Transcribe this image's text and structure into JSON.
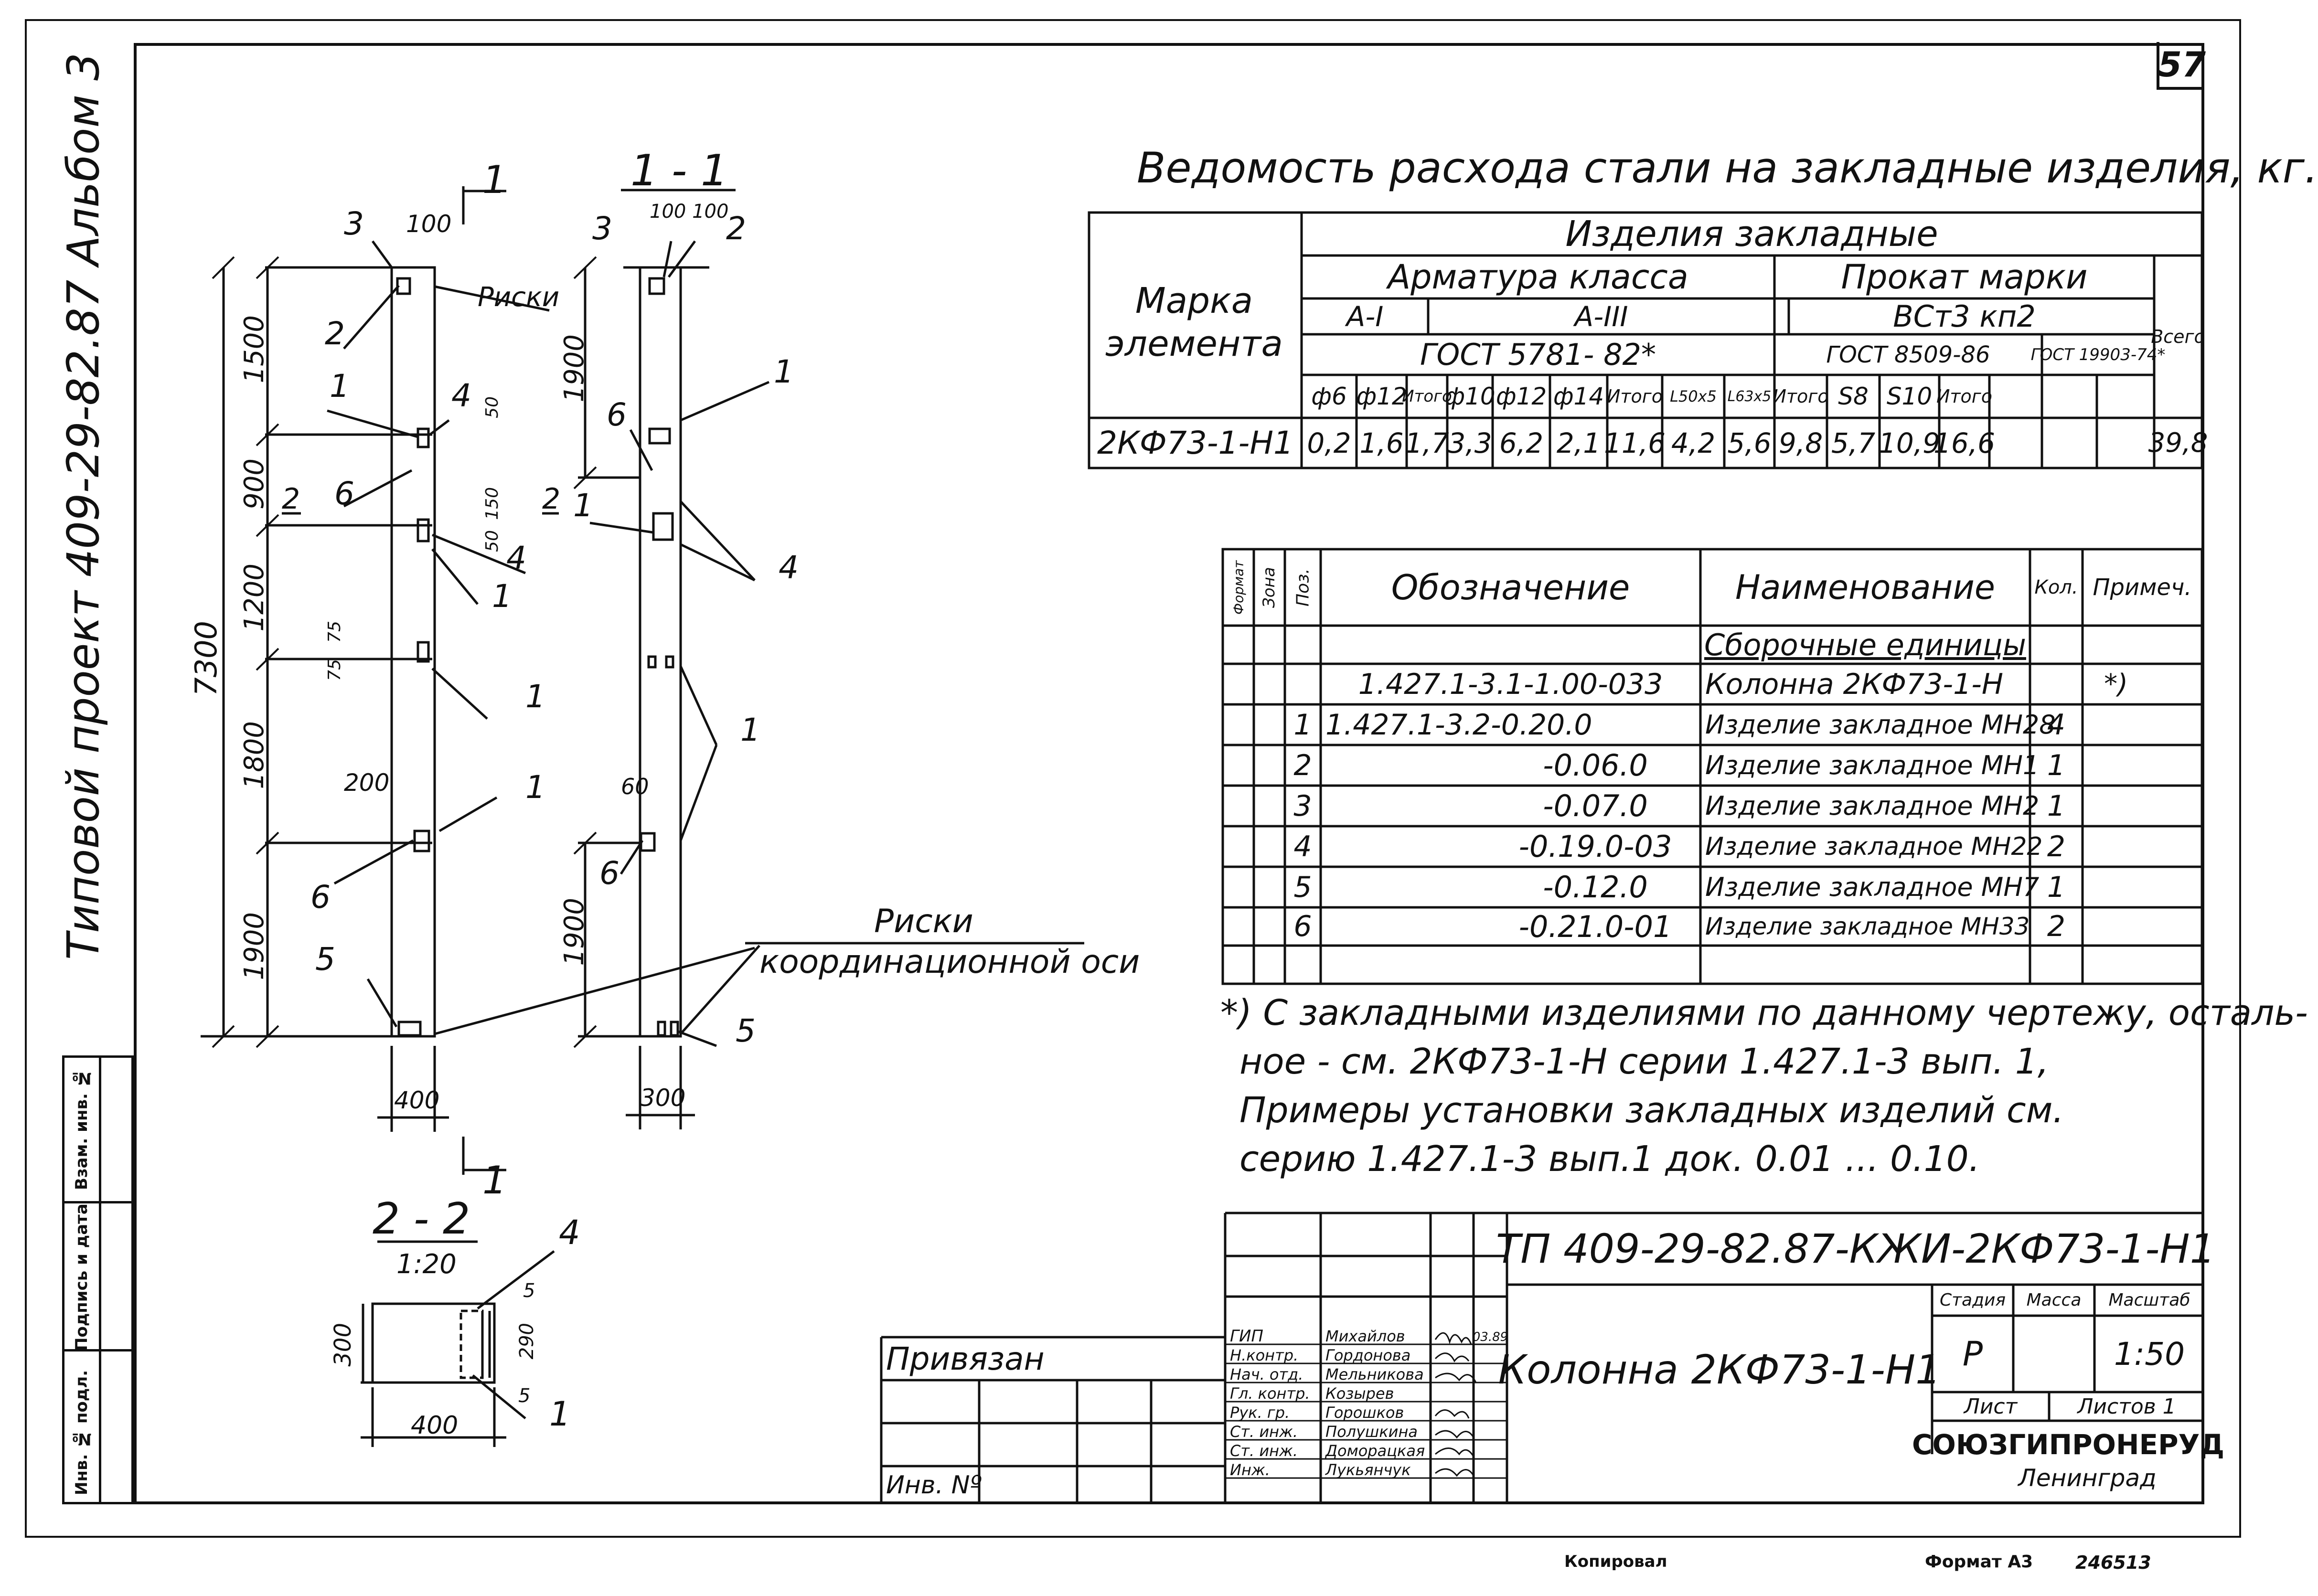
{
  "sheet": {
    "page_number": "57",
    "side_title": "Типовой проект 409-29-82.87 Альбом 3"
  },
  "steel_table": {
    "title": "Ведомость расхода стали на закладные изделия, кг.",
    "header_element_mark": "Марка элемента",
    "header_products": "Изделия закладные",
    "header_rebar_class": "Арматура класса",
    "header_rolled_grade": "Прокат марки",
    "class_ai": "А-I",
    "class_aiii": "А-III",
    "grade": "ВСт3 кп2",
    "gost_rebar": "ГОСТ 5781- 82*",
    "gost_rolled_1": "ГОСТ 8509-86",
    "gost_rolled_2": "ГОСТ 19903-74*",
    "total_label": "Всего",
    "columns": [
      "ф6",
      "ф12",
      "Итого",
      "ф10",
      "ф12",
      "ф14",
      "Итого",
      "L50x5",
      "L63x5",
      "Итого",
      "S8",
      "S10",
      "Итого"
    ],
    "row_mark": "2КФ73-1-Н1",
    "row_values": [
      "0,2",
      "1,6",
      "1,7",
      "3,3",
      "6,2",
      "2,1",
      "11,6",
      "4,2",
      "5,6",
      "9,8",
      "5,7",
      "10,9",
      "16,6"
    ],
    "row_total": "39,8"
  },
  "spec_table": {
    "headers": [
      "Формат",
      "Зона",
      "Поз.",
      "Обозначение",
      "Наименование",
      "Кол.",
      "Примеч."
    ],
    "section_title": "Сборочные единицы",
    "rows": [
      {
        "pos": "",
        "designation": "1.427.1-3.1-1.00-033",
        "name": "Колонна 2КФ73-1-Н",
        "qty": "",
        "note": "*)"
      },
      {
        "pos": "1",
        "designation": "1.427.1-3.2-0.20.0",
        "name": "Изделие закладное МН28",
        "qty": "4",
        "note": ""
      },
      {
        "pos": "2",
        "designation": "-0.06.0",
        "name": "Изделие закладное МН1",
        "qty": "1",
        "note": ""
      },
      {
        "pos": "3",
        "designation": "-0.07.0",
        "name": "Изделие закладное МН2",
        "qty": "1",
        "note": ""
      },
      {
        "pos": "4",
        "designation": "-0.19.0-03",
        "name": "Изделие закладное МН22",
        "qty": "2",
        "note": ""
      },
      {
        "pos": "5",
        "designation": "-0.12.0",
        "name": "Изделие закладное МН7",
        "qty": "1",
        "note": ""
      },
      {
        "pos": "6",
        "designation": "-0.21.0-01",
        "name": "Изделие закладное МН33",
        "qty": "2",
        "note": ""
      }
    ]
  },
  "footnote": {
    "lines": [
      "*) С закладными изделиями по данному чертежу, осталь-",
      "ное - см. 2КФ73-1-Н серии 1.427.1-3 вып. 1,",
      "Примеры установки закладных изделий см.",
      "серию 1.427.1-3 вып.1 док. 0.01 ... 0.10."
    ]
  },
  "drawing": {
    "elevation": {
      "total_height": "7300",
      "dims": [
        "1500",
        "900",
        "1200",
        "1800",
        "1900"
      ],
      "width": "400",
      "top_dim": "100",
      "side_dims": [
        "50",
        "50",
        "150",
        "50",
        "75",
        "75",
        "200"
      ],
      "labels": [
        "3",
        "2",
        "1",
        "4",
        "1",
        "1",
        "4",
        "1",
        "1",
        "1",
        "6",
        "6",
        "5"
      ],
      "section_mark": "1",
      "cut_mark": "2",
      "risk_label": "Риски",
      "axis_label_1": "Риски",
      "axis_label_2": "координационной оси"
    },
    "section11": {
      "title": "1 - 1",
      "top_dims": "100 100",
      "dims": [
        "1900",
        "1900"
      ],
      "width": "300",
      "small_dim": "60",
      "labels": [
        "3",
        "2",
        "1",
        "6",
        "4",
        "1",
        "6",
        "5"
      ]
    },
    "section22": {
      "title": "2 - 2",
      "scale": "1:20",
      "dims": [
        "300",
        "290",
        "5",
        "5",
        "400"
      ],
      "labels": [
        "4",
        "1"
      ]
    }
  },
  "title_block": {
    "code": "ТП 409-29-82.87-КЖИ-2КФ73-1-Н1",
    "name": "Колонна 2КФ73-1-Н1",
    "stage_header": "Стадия",
    "mass_header": "Масса",
    "scale_header": "Масштаб",
    "stage": "Р",
    "scale": "1:50",
    "sheet_label": "Лист",
    "sheets_label": "Листов 1",
    "org_1": "СОЮЗГИПРОНЕРУД",
    "org_2": "Ленинград",
    "date": "03.89",
    "roles": [
      "ГИП",
      "Н.контр.",
      "Нач. отд.",
      "Гл. контр.",
      "Рук. гр.",
      "Ст. инж.",
      "Ст. инж.",
      "Инж."
    ],
    "names": [
      "Михайлов",
      "Гордонова",
      "Мельникова",
      "Козырев",
      "Горошков",
      "Полушкина",
      "Доморацкая",
      "Лукьянчук"
    ],
    "bound_label": "Привязан",
    "inv_label": "Инв. Nº"
  },
  "left_stamp": {
    "cells": [
      "Инв. № подл.",
      "Подпись и дата",
      "Взам. инв. №"
    ]
  },
  "bottom": {
    "copied": "Копировал",
    "format": "Формат А3",
    "number": "246513"
  }
}
